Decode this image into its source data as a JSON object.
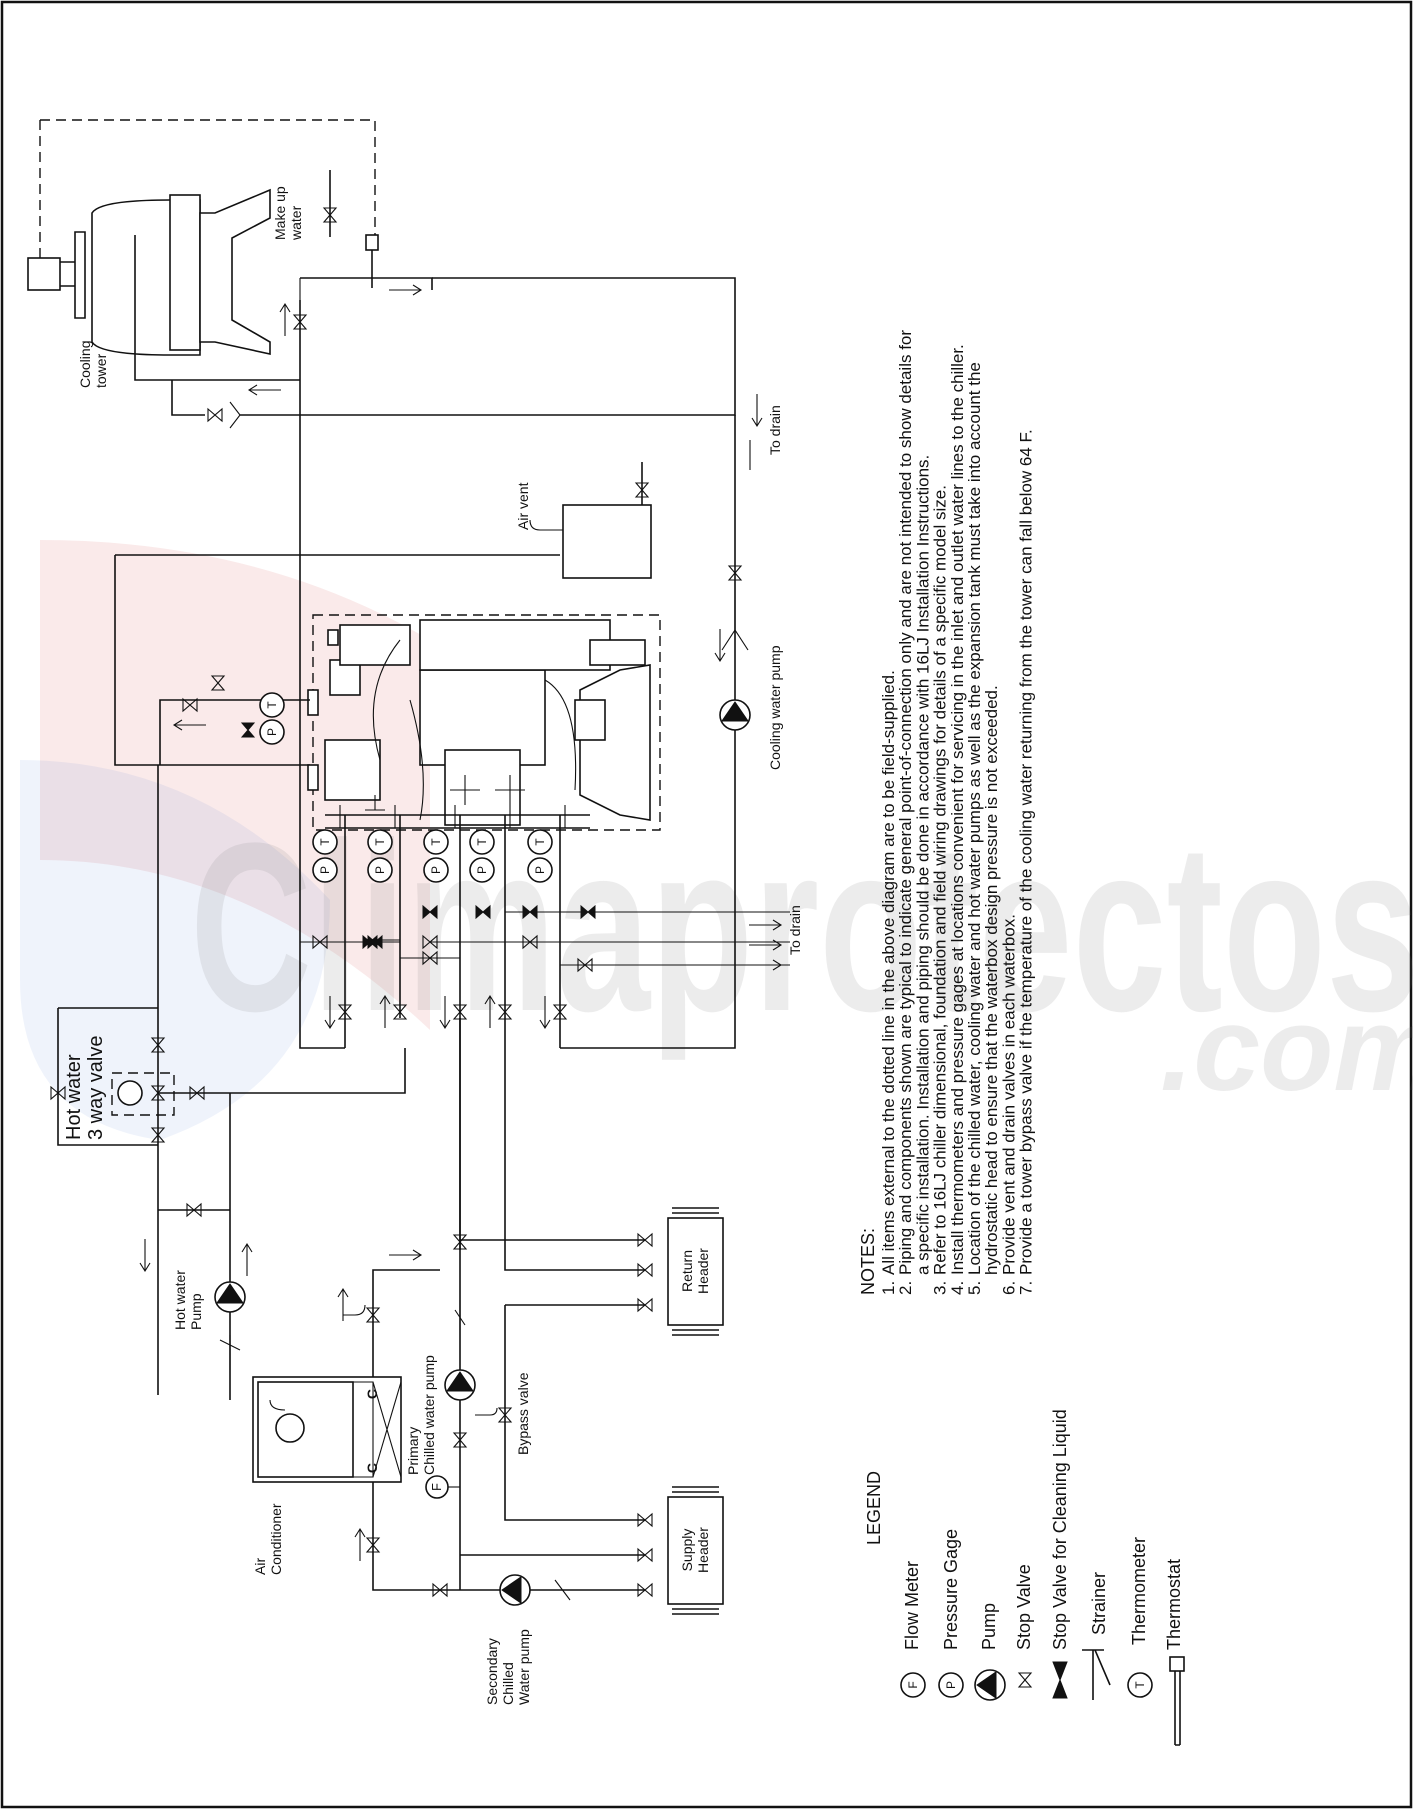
{
  "watermark": {
    "main": "Climaprotectos",
    "sub": ".com"
  },
  "labels": {
    "cooling_tower": [
      "Cooling",
      "tower"
    ],
    "make_up_water": [
      "Make up",
      "water"
    ],
    "air_vent": "Air vent",
    "to_drain_top": "To drain",
    "to_drain_mid": "To drain",
    "cooling_water_pump": "Cooling water pump",
    "hot_water_valve": [
      "Hot water",
      "3 way valve"
    ],
    "hot_water_pump": [
      "Hot water",
      "Pump"
    ],
    "air_conditioner": [
      "Air",
      "Conditioner"
    ],
    "primary_pump": [
      "Primary",
      "Chilled water pump"
    ],
    "bypass_valve": "Bypass valve",
    "return_header": [
      "Return",
      "Header"
    ],
    "supply_header": [
      "Supply",
      "Header"
    ],
    "secondary_pump": [
      "Secondary",
      "Chilled",
      "Water pump"
    ],
    "gauge_p": "P",
    "gauge_t": "T",
    "meter_f": "F",
    "coil_c": "C"
  },
  "legend": {
    "title": "LEGEND",
    "items": [
      {
        "symbol": "F",
        "icon": "flow-meter-icon",
        "label": "Flow Meter"
      },
      {
        "symbol": "P",
        "icon": "pressure-gage-icon",
        "label": "Pressure Gage"
      },
      {
        "symbol": "",
        "icon": "pump-icon",
        "label": "Pump"
      },
      {
        "symbol": "",
        "icon": "stop-valve-icon",
        "label": "Stop Valve"
      },
      {
        "symbol": "",
        "icon": "cleaning-valve-icon",
        "label": "Stop Valve for Cleaning Liquid"
      },
      {
        "symbol": "",
        "icon": "strainer-icon",
        "label": "Strainer"
      },
      {
        "symbol": "T",
        "icon": "thermometer-icon",
        "label": "Thermometer"
      },
      {
        "symbol": "",
        "icon": "thermostat-icon",
        "label": "Thermostat"
      }
    ]
  },
  "notes": {
    "title": "NOTES:",
    "lines": [
      {
        "num": "1.",
        "text": "All items external to the dotted line in the above diagram are to be field-supplied."
      },
      {
        "num": "2.",
        "text": "Piping and components shown are typical to indicate general point-of-connection only and are not intended to show details for"
      },
      {
        "num": "",
        "text": "a specific installation. Installation and piping should be done in accordance with 16LJ Installation Instructions."
      },
      {
        "num": "3.",
        "text": "Refer to 16LJ chiller dimensional, foundation and field wiring drawings for details of a specific model size."
      },
      {
        "num": "4.",
        "text": "Install thermometers and pressure gages at locations convenient for servicing in the inlet and outlet water lines to the chiller."
      },
      {
        "num": "5.",
        "text": "Location of the chilled water, cooling water and hot water pumps as well as the expansion tank must take into account the"
      },
      {
        "num": "",
        "text": "hydrostatic head to ensure that the waterbox design pressure is not exceeded."
      },
      {
        "num": "6.",
        "text": "Provide vent and drain valves in each waterbox."
      },
      {
        "num": "7.",
        "text": "Provide a tower bypass valve if the temperature of the cooling water returning from the tower can fall below 64 F."
      }
    ]
  }
}
